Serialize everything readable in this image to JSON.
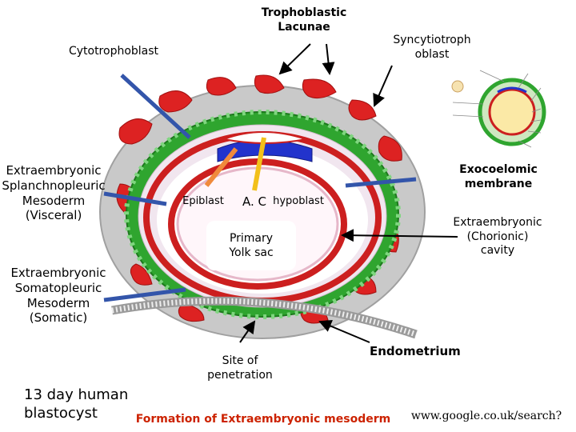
{
  "labels": {
    "trophoblastic_lacunae": "Trophoblastic\nLacunae",
    "cytotrophoblast": "Cytotrophoblast",
    "syncytiotrophoblast": "Syncytiotroph\noblast",
    "splanchnopleuric": "Extraembryonic\nSplanchnopleuric\nMesoderm\n(Visceral)",
    "exocoelomic": "Exocoelomic membrane",
    "epiblast": "Epiblast",
    "amniotic_cavity": "A. C",
    "hypoblast": "hypoblast",
    "yolk_sac": "Primary\nYolk sac",
    "chorionic_cavity": "Extraembryonic\n(Chorionic)\ncavity",
    "somatopleuric": "Extraembryonic\nSomatopleuric\nMesoderm\n(Somatic)",
    "endometrium": "Endometrium",
    "site_of_penetration": "Site of\npenetration",
    "day_title": "13 day human\nblastocyst",
    "caption": "Formation of Extraembryonic mesoderm",
    "source": "www.google.co.uk/search?"
  },
  "colors": {
    "caption": "#cc2200",
    "lacunae": "#dd2222",
    "cytotrophoblast": "#2fa52f",
    "syncytium": "#c8c8c8",
    "epiblast": "#2233cc",
    "pointer_blue": "#3355aa",
    "pointer_orange": "#f08a3c",
    "pointer_yellow": "#f2c01a"
  }
}
